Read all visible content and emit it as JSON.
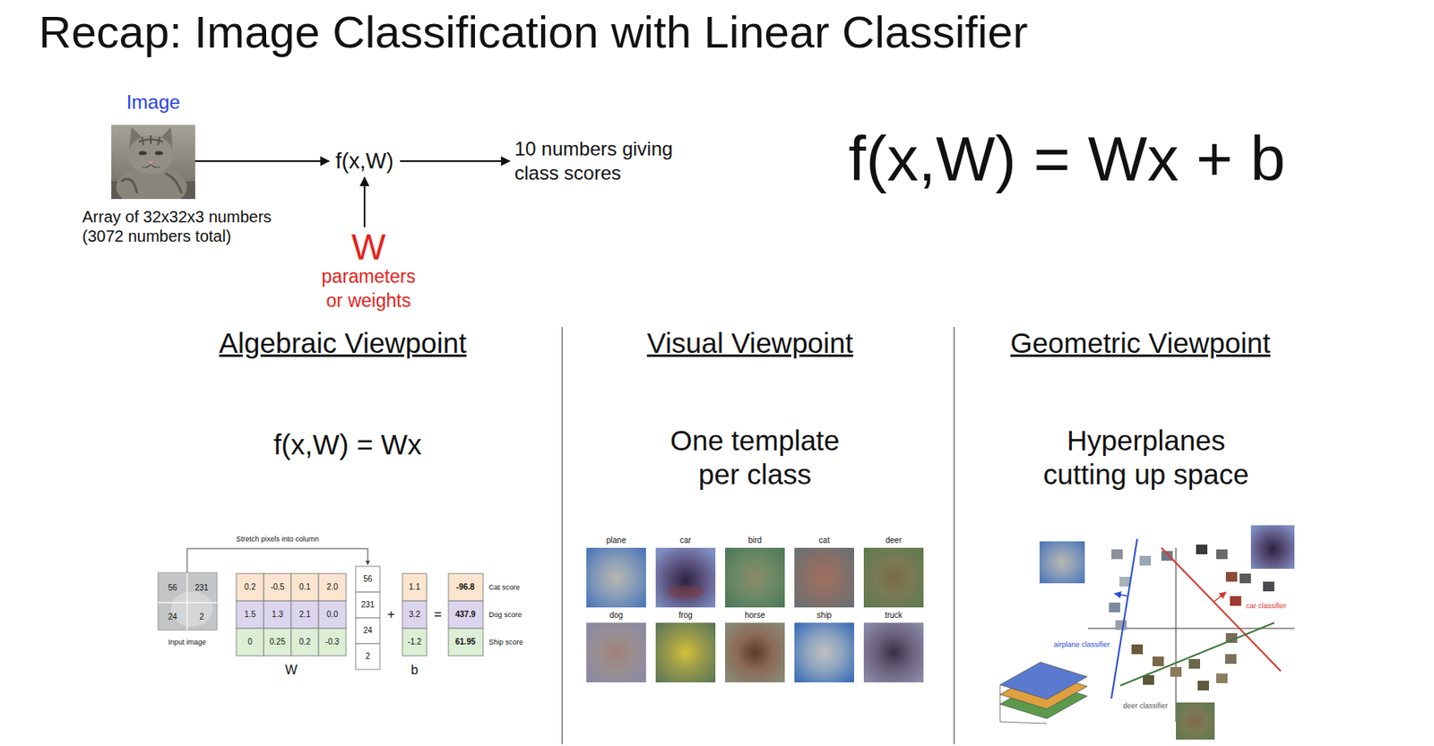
{
  "diagram": {
    "title": "Recap: Image Classification with Linear Classifier",
    "nodes": [
      {
        "text": [
          "Image",
          "Array of 32x32x3 numbers (3072 numbers total)"
        ]
      },
      {
        "text": [
          "f(x,W)"
        ]
      },
      {
        "text": [
          "W",
          "parameters or weights"
        ]
      },
      {
        "text": [
          "10 numbers giving class scores"
        ]
      }
    ],
    "edges": [
      {
        "from": 0,
        "to": 1,
        "arrow": "to"
      },
      {
        "from": 1,
        "to": 3,
        "arrow": "to"
      },
      {
        "from": 2,
        "to": 1,
        "arrow": "to"
      }
    ],
    "labels": [
      "f(x,W) = Wx + b",
      "Algebraic Viewpoint",
      "f(x,W) = Wx",
      "Stretch pixels into column",
      "56",
      "231",
      "24",
      "2",
      "Input image",
      "0.2",
      "-0.5",
      "0.1",
      "2.0",
      "1.5",
      "1.3",
      "2.1",
      "0.0",
      "0",
      "0.25",
      "0.2",
      "-0.3",
      "W",
      "56",
      "231",
      "24",
      "2",
      "+",
      "1.1",
      "3.2",
      "-1.2",
      "b",
      "=",
      "-96.8",
      "437.9",
      "61.95",
      "Cat score",
      "Dog score",
      "Ship score",
      "Visual Viewpoint",
      "One template per class",
      "plane",
      "car",
      "bird",
      "cat",
      "deer",
      "dog",
      "frog",
      "horse",
      "ship",
      "truck",
      "Geometric Viewpoint",
      "Hyperplanes cutting up space",
      "airplane classifier",
      "car classifier",
      "deer classifier"
    ]
  }
}
